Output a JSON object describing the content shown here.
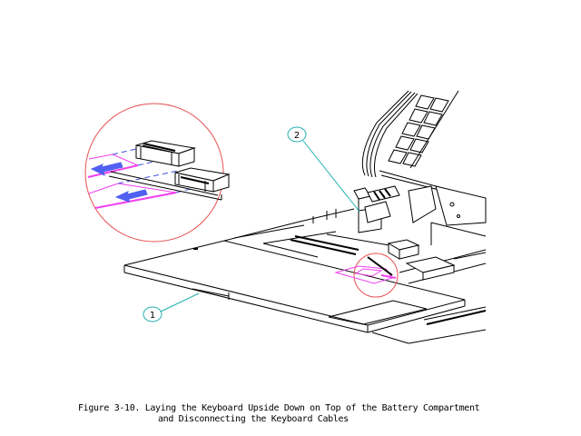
{
  "figure": {
    "number": "Figure 3-10.",
    "caption_line1": "Laying the Keyboard Upside Down on Top of the Battery Compartment",
    "caption_line2": "and Disconnecting the Keyboard Cables"
  },
  "callouts": [
    {
      "label": "1",
      "target": "keyboard"
    },
    {
      "label": "2",
      "target": "keyboard-cable-connector"
    }
  ],
  "colors": {
    "line": "#000000",
    "callout": "#20b0b0",
    "detail_circle": "#e85050",
    "cable": "#f040f0",
    "arrow": "#5060f0",
    "dashed": "#4050e0"
  }
}
